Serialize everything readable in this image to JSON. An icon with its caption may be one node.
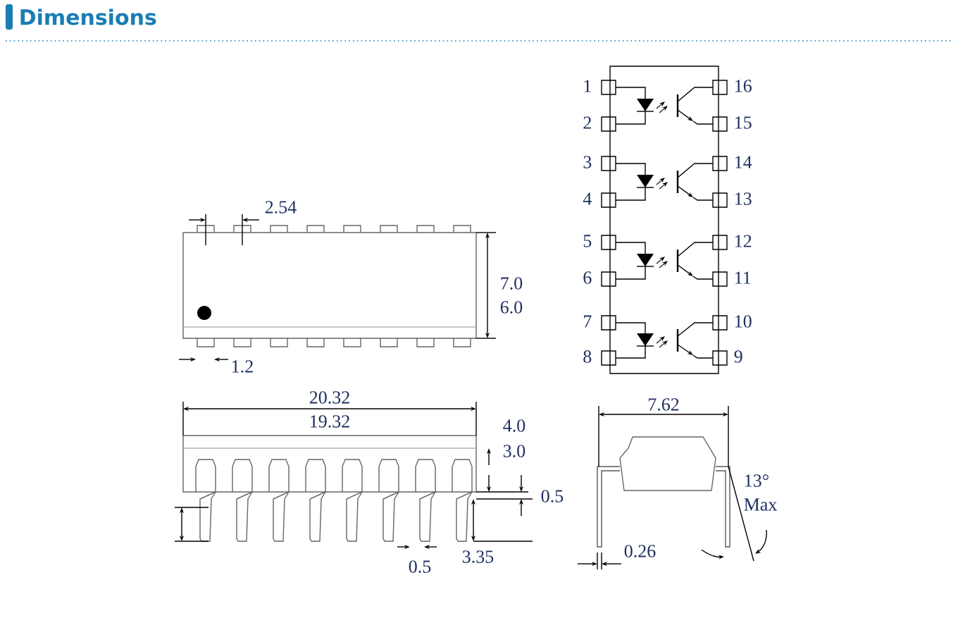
{
  "diagram": {
    "title": "Dimensions",
    "labels": [
      "1",
      "16",
      "2",
      "15",
      "3",
      "14",
      "2.54",
      "4",
      "13",
      "5",
      "12",
      "7.0",
      "6.0",
      "6",
      "11",
      "7",
      "10",
      "8",
      "9",
      "1.2",
      "20.32",
      "7.62",
      "19.32",
      "4.0",
      "3.0",
      "13°",
      "0.5",
      "Max",
      "0.26",
      "0.5",
      "3.35"
    ]
  }
}
